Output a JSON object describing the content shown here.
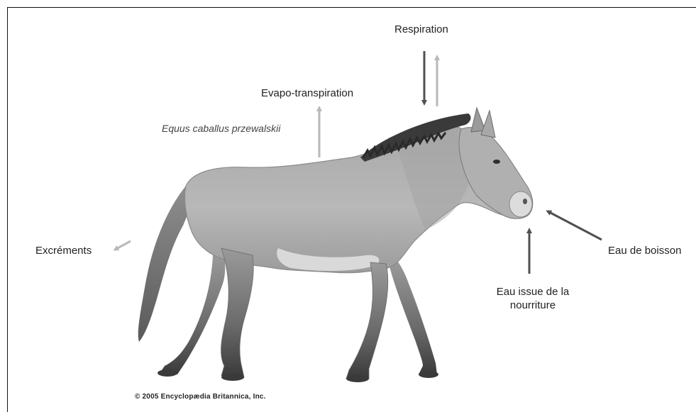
{
  "labels": {
    "respiration": "Respiration",
    "evapo": "Evapo-transpiration",
    "species": "Equus caballus przewalskii",
    "excrements": "Excréments",
    "eau_boisson": "Eau de boisson",
    "eau_nourriture_1": "Eau issue de la",
    "eau_nourriture_2": "nourriture",
    "credit": "© 2005 Encyclopædia Britannica, Inc."
  },
  "colors": {
    "arrow_dark": "#505050",
    "arrow_light": "#b9b9b9",
    "horse_body": "#b3b3b3",
    "horse_shadow": "#8a8a8a",
    "horse_dark": "#3a3a3a",
    "horse_belly": "#e3e3e3"
  }
}
